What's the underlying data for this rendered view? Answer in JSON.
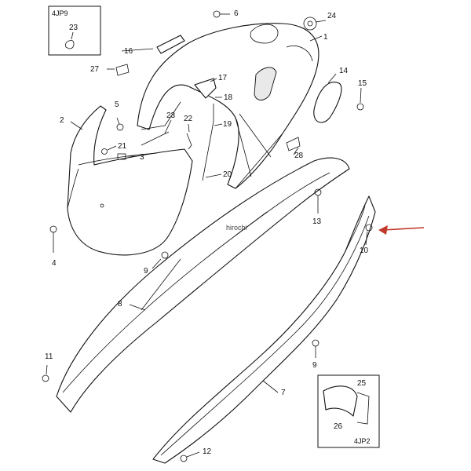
{
  "diagram": {
    "inset_top_left": {
      "code": "4JP9",
      "part": "23"
    },
    "inset_bottom_right": {
      "code": "4JP2",
      "parts": [
        "25",
        "26"
      ]
    },
    "watermark": "hirochi",
    "arrow_color": "#c0392b",
    "callouts": [
      "1",
      "2",
      "3",
      "4",
      "5",
      "6",
      "7",
      "8",
      "9",
      "9",
      "10",
      "11",
      "12",
      "13",
      "14",
      "15",
      "16",
      "17",
      "18",
      "19",
      "20",
      "21",
      "22",
      "23",
      "24",
      "27",
      "28"
    ]
  }
}
